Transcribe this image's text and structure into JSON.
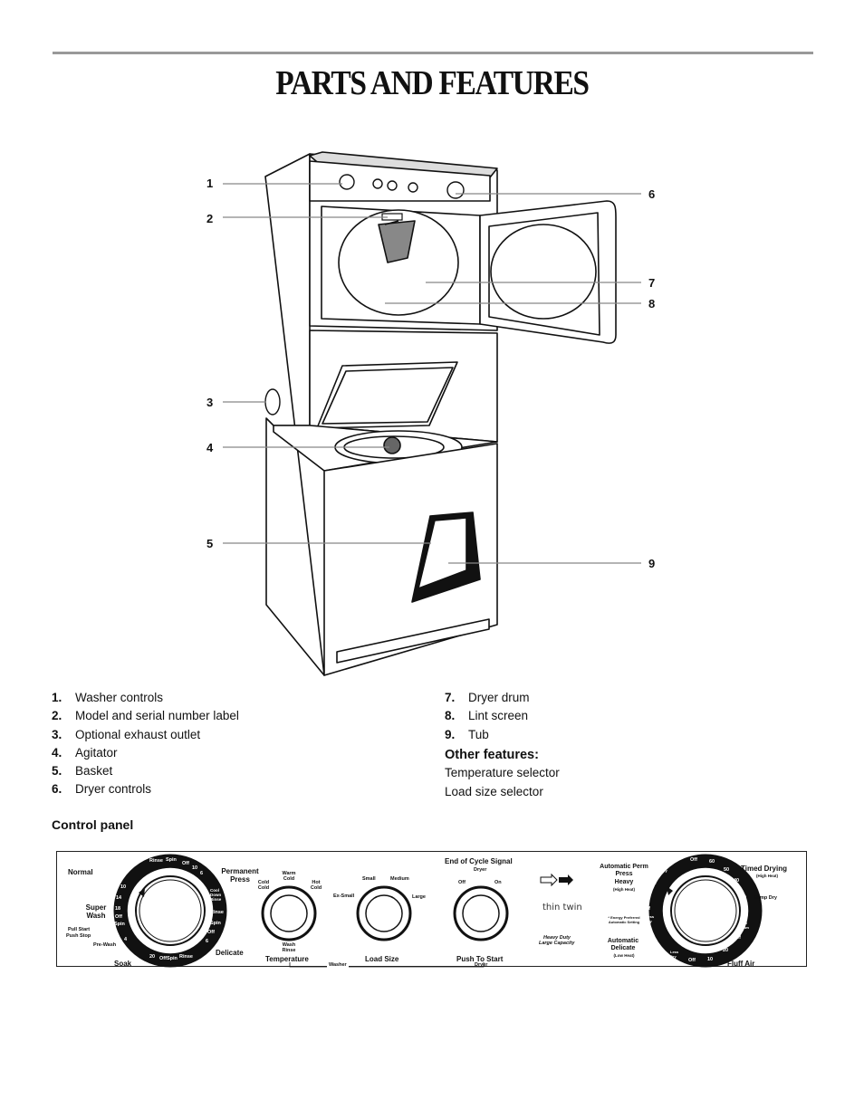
{
  "page": {
    "title": "PARTS AND FEATURES"
  },
  "callouts": [
    "1",
    "2",
    "3",
    "4",
    "5",
    "6",
    "7",
    "8",
    "9"
  ],
  "parts_left": [
    {
      "num": "1.",
      "label": "Washer controls"
    },
    {
      "num": "2.",
      "label": "Model and serial number label"
    },
    {
      "num": "3.",
      "label": "Optional exhaust outlet"
    },
    {
      "num": "4.",
      "label": "Agitator"
    },
    {
      "num": "5.",
      "label": "Basket"
    },
    {
      "num": "6.",
      "label": "Dryer controls"
    }
  ],
  "parts_right": [
    {
      "num": "7.",
      "label": "Dryer drum"
    },
    {
      "num": "8.",
      "label": "Lint screen"
    },
    {
      "num": "9.",
      "label": "Tub"
    }
  ],
  "other_features": {
    "heading": "Other features:",
    "items": [
      "Temperature selector",
      "Load size selector"
    ]
  },
  "control_panel": {
    "heading": "Control panel",
    "washer_dial": {
      "normal": "Normal",
      "super_wash": "Super Wash",
      "pull_start": "Pull Start",
      "push_stop": "Push Stop",
      "pre_wash": "Pre-Wash",
      "soak": "Soak",
      "permanent_press": "Permanent Press",
      "delicate": "Delicate",
      "ring_labels": [
        "Rinse",
        "Spin",
        "Off",
        "10",
        "6",
        "Cool Down Rinse",
        "Rinse",
        "Spin",
        "Off",
        "6",
        "Rinse",
        "20",
        "Off",
        "Spin",
        "4",
        "Spin",
        "Off",
        "18",
        "14",
        "10"
      ]
    },
    "temperature": {
      "warm_cold": "Warm Cold",
      "cold_cold": "Cold Cold",
      "hot_cold": "Hot Cold",
      "warm_rinse": "Wash Rinse",
      "label": "Temperature"
    },
    "load_size": {
      "small": "Small",
      "medium": "Medium",
      "extra_small": "Ex-Small",
      "large": "Large",
      "label": "Load Size"
    },
    "washer_label": "Washer",
    "eoc": {
      "title": "End of Cycle Signal",
      "dryer_top": "Dryer",
      "off": "Off",
      "on": "On",
      "push_to_start": "Push To Start",
      "dryer_bottom": "Dryer"
    },
    "brand": {
      "logo": "thin twin",
      "sub1": "Heavy Duty",
      "sub2": "Large Capacity"
    },
    "dryer_dial": {
      "auto_pp": "Automatic Perm Press",
      "heavy": "Heavy",
      "high_heat_1": "(High Heat)",
      "energy_note": "* Energy Preferred Automatic Setting",
      "auto_delicate": "Automatic Delicate",
      "low_heat": "(Low Heat)",
      "timed_drying": "Timed Drying",
      "high_heat_2": "(High Heat)",
      "damp_dry": "Damp Dry",
      "fluff_air": "Fluff Air",
      "ring_labels": [
        "Off",
        "60",
        "50",
        "40",
        "30",
        "20",
        "Cool Down",
        "Off",
        "20",
        "10",
        "Off",
        "Less Dry",
        "Off",
        "Less Dry",
        "More Dry",
        "Less Dry"
      ]
    }
  }
}
